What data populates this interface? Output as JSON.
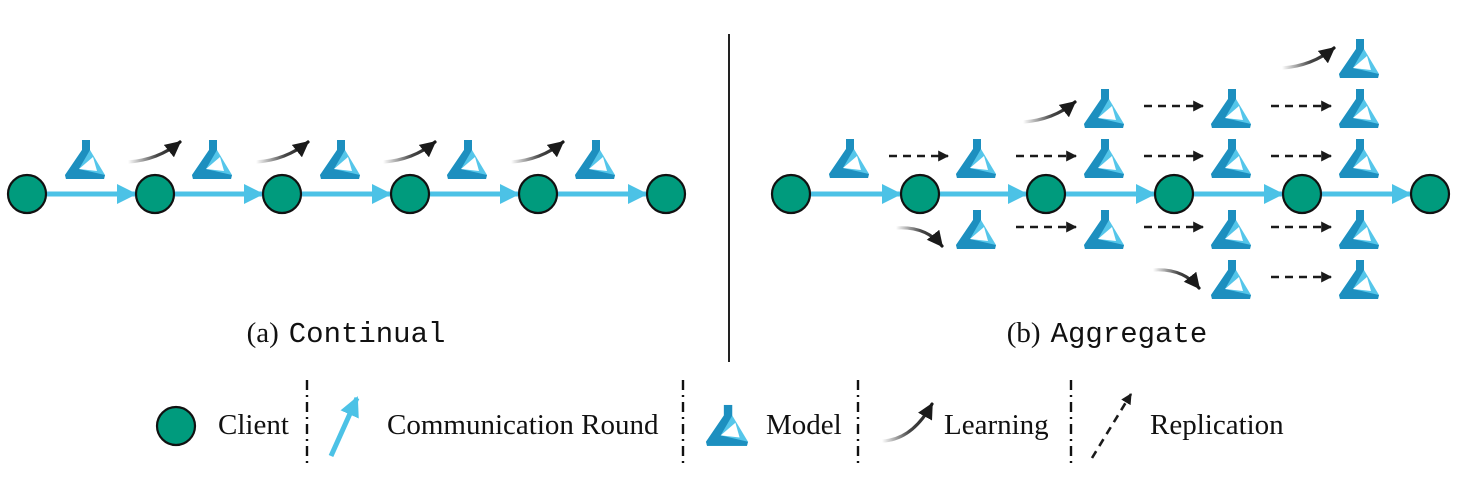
{
  "panels": {
    "a": {
      "prefix": "(a)",
      "name": "Continual"
    },
    "b": {
      "prefix": "(b)",
      "name": "Aggregate"
    }
  },
  "legend": {
    "client": "Client",
    "round": "Communication Round",
    "model": "Model",
    "learning": "Learning",
    "replication": "Replication"
  },
  "colors": {
    "client_fill": "#009b7d",
    "client_stroke": "#111111",
    "round_arrow": "#4cc2e6",
    "model_dark": "#1d8fbf",
    "model_light": "#55c6ea",
    "arrow_black": "#1a1a1a",
    "divider": "#222222"
  },
  "icons": {
    "client": "client-node-icon",
    "model": "model-flask-icon",
    "learning": "learning-curved-arrow-icon",
    "replication": "replication-dashed-arrow-icon",
    "round": "communication-round-arrow-icon"
  }
}
